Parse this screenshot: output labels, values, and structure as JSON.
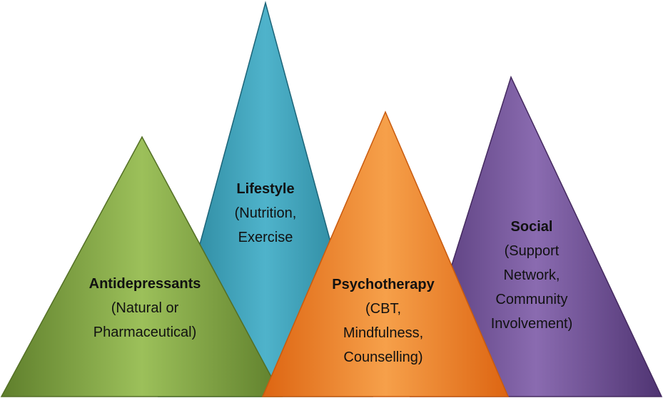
{
  "diagram": {
    "pyramids": [
      {
        "id": "lifestyle",
        "title": "Lifestyle",
        "lines": [
          "(Nutrition,",
          "Exercise"
        ],
        "color_light": "#4fb3cb",
        "color_dark": "#217a90"
      },
      {
        "id": "social",
        "title": "Social",
        "lines": [
          "(Support",
          "Network,",
          "Community",
          "Involvement)"
        ],
        "color_light": "#8a6bb0",
        "color_dark": "#4f3472"
      },
      {
        "id": "antidepressants",
        "title": "Antidepressants",
        "lines": [
          "(Natural or",
          "Pharmaceutical)"
        ],
        "color_light": "#9cc05a",
        "color_dark": "#5f7f2c"
      },
      {
        "id": "psychotherapy",
        "title": "Psychotherapy",
        "lines": [
          "(CBT,",
          "Mindfulness,",
          "Counselling)"
        ],
        "color_light": "#f6a04a",
        "color_dark": "#dd6512"
      }
    ]
  }
}
